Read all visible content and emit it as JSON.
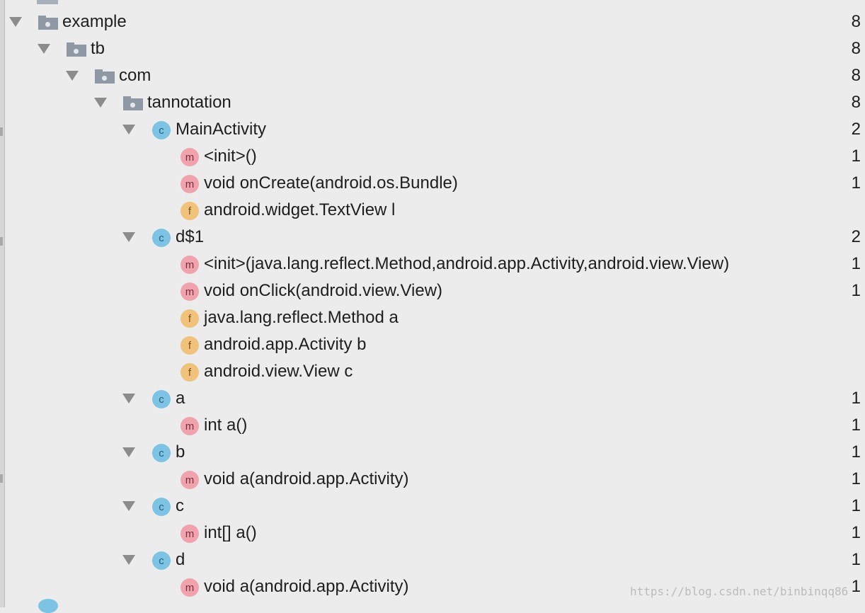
{
  "tree": [
    {
      "level": 0,
      "icon": "folder",
      "label": "example",
      "count": "8"
    },
    {
      "level": 1,
      "icon": "folder",
      "label": "tb",
      "count": "8"
    },
    {
      "level": 2,
      "icon": "folder",
      "label": "com",
      "count": "8"
    },
    {
      "level": 3,
      "icon": "folder",
      "label": "tannotation",
      "count": "8"
    },
    {
      "level": 4,
      "icon": "c",
      "label": "MainActivity",
      "count": "2"
    },
    {
      "level": 5,
      "icon": "m",
      "label": "<init>()",
      "count": "1"
    },
    {
      "level": 5,
      "icon": "m",
      "label": "void onCreate(android.os.Bundle)",
      "count": "1"
    },
    {
      "level": 5,
      "icon": "f",
      "label": "android.widget.TextView l",
      "count": ""
    },
    {
      "level": 4,
      "icon": "c",
      "label": "d$1",
      "count": "2"
    },
    {
      "level": 5,
      "icon": "m",
      "label": "<init>(java.lang.reflect.Method,android.app.Activity,android.view.View)",
      "count": "1"
    },
    {
      "level": 5,
      "icon": "m",
      "label": "void onClick(android.view.View)",
      "count": "1"
    },
    {
      "level": 5,
      "icon": "f",
      "label": "java.lang.reflect.Method a",
      "count": ""
    },
    {
      "level": 5,
      "icon": "f",
      "label": "android.app.Activity b",
      "count": ""
    },
    {
      "level": 5,
      "icon": "f",
      "label": "android.view.View c",
      "count": ""
    },
    {
      "level": 4,
      "icon": "c",
      "label": "a",
      "count": "1"
    },
    {
      "level": 5,
      "icon": "m",
      "label": "int a()",
      "count": "1"
    },
    {
      "level": 4,
      "icon": "c",
      "label": "b",
      "count": "1"
    },
    {
      "level": 5,
      "icon": "m",
      "label": "void a(android.app.Activity)",
      "count": "1"
    },
    {
      "level": 4,
      "icon": "c",
      "label": "c",
      "count": "1"
    },
    {
      "level": 5,
      "icon": "m",
      "label": "int[] a()",
      "count": "1"
    },
    {
      "level": 4,
      "icon": "c",
      "label": "d",
      "count": "1"
    },
    {
      "level": 5,
      "icon": "m",
      "label": "void a(android.app.Activity)",
      "count": "1"
    }
  ],
  "badges": {
    "class": "c",
    "method": "m",
    "field": "f"
  },
  "watermark": "https://blog.csdn.net/binbinqq86"
}
